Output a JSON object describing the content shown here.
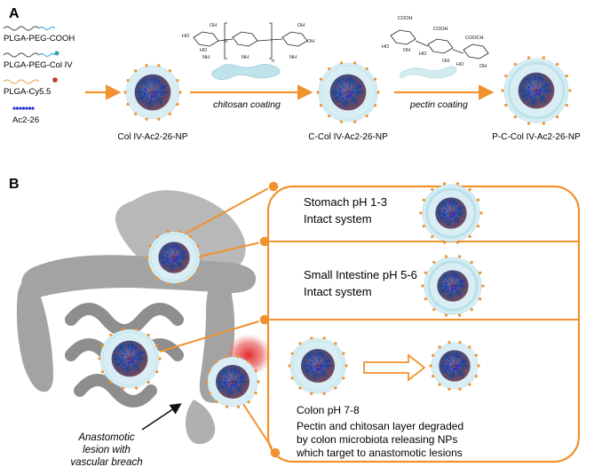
{
  "panel_a": {
    "label": "A",
    "legend": [
      {
        "text": "PLGA-PEG-COOH"
      },
      {
        "text": "PLGA-PEG-Col IV"
      },
      {
        "text": "PLGA-Cy5.5"
      },
      {
        "text": "Ac2-26"
      }
    ],
    "steps": [
      {
        "text": "chitosan coating"
      },
      {
        "text": "pectin coating"
      }
    ],
    "nanoparticles": [
      {
        "text": "Col IV-Ac2-26-NP"
      },
      {
        "text": "C-Col IV-Ac2-26-NP"
      },
      {
        "text": "P-C-Col IV-Ac2-26-NP"
      }
    ],
    "chitosan_structure": {
      "ho": "HO",
      "oh": "OH",
      "o": "O",
      "nh2": "NH",
      "sub": "2",
      "n": "n",
      "ho2": "HO",
      "oh2": "OH"
    },
    "pectin_structure": {
      "cooh": "COOH",
      "cooch3": "COOCH",
      "sub3": "3",
      "ho": "HO",
      "oh": "OH",
      "o": "O"
    }
  },
  "panel_b": {
    "label": "B",
    "annotation": [
      "Anastomotic",
      "lesion with",
      "vascular breach"
    ],
    "compartments": [
      {
        "lines": [
          "Stomach  pH 1-3",
          "Intact system"
        ]
      },
      {
        "lines": [
          "Small Intestine pH 5-6",
          "Intact system"
        ]
      },
      {
        "lines": [
          "Colon  pH 7-8",
          "Pectin and chitosan layer degraded",
          "by colon microbiota releasing NPs",
          "which target to anastomotic lesions"
        ]
      }
    ]
  },
  "colors": {
    "orange": "#F0922E",
    "shell": "#9FD3E3",
    "core": "#3A5A9A",
    "gut": "#9A9A9A"
  }
}
